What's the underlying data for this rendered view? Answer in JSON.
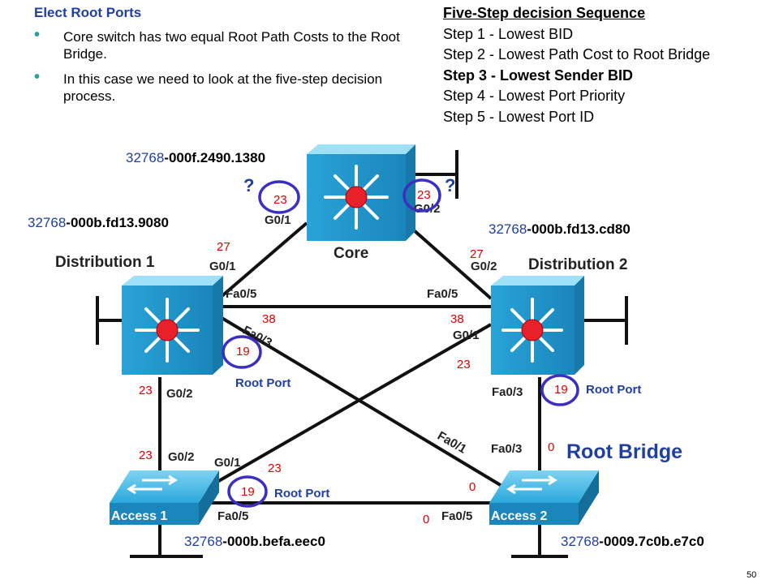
{
  "left_panel": {
    "title": "Elect Root Ports",
    "bullets": [
      "Core switch has two equal Root Path Costs to the Root Bridge.",
      "In this case we need to look at the five-step decision process."
    ]
  },
  "steps": {
    "header": "Five-Step decision Sequence",
    "items": [
      "Step 1 - Lowest BID",
      "Step 2 - Lowest Path Cost to Root Bridge",
      "Step 3 - Lowest Sender BID",
      "Step 4 - Lowest Port Priority",
      "Step 5 - Lowest Port ID"
    ],
    "bold_index": 2
  },
  "devices": {
    "core": {
      "name": "Core",
      "priority": "32768",
      "mac": "-000f.2490.1380"
    },
    "dist1": {
      "name": "Distribution 1",
      "priority": "32768",
      "mac": "-000b.fd13.9080"
    },
    "dist2": {
      "name": "Distribution 2",
      "priority": "32768",
      "mac": "-000b.fd13.cd80"
    },
    "access1": {
      "name": "Access 1",
      "priority": "32768",
      "mac": "-000b.befa.eec0"
    },
    "access2": {
      "name": "Access 2",
      "priority": "32768",
      "mac": "-0009.7c0b.e7c0"
    }
  },
  "ports": {
    "core_g01": "G0/1",
    "core_g02": "G0/2",
    "d1_g01": "G0/1",
    "d1_fa05": "Fa0/5",
    "d1_fa03": "Fa0/3",
    "d1_g02": "G0/2",
    "d2_g02": "G0/2",
    "d2_fa05": "Fa0/5",
    "d2_g01": "G0/1",
    "d2_fa03": "Fa0/3",
    "a1_g02": "G0/2",
    "a1_g01": "G0/1",
    "a1_fa05": "Fa0/5",
    "a2_fa03": "Fa0/3",
    "a2_fa01": "Fa0/1",
    "a2_fa05": "Fa0/5"
  },
  "costs": {
    "core_left": "23",
    "core_right": "23",
    "d1_top": "27",
    "d2_top": "27",
    "d1_fa05": "38",
    "d2_fa05": "38",
    "d1_fa03": "19",
    "d2_g01": "23",
    "d1_g02": "23",
    "d2_fa03": "19",
    "a1_g02": "23",
    "a1_g01": "23",
    "a1_fa05_circle": "19",
    "a2_fa03": "0",
    "a2_fa01": "0",
    "a2_fa05": "0"
  },
  "labels": {
    "question": "?",
    "root_port": "Root Port",
    "root_bridge": "Root Bridge",
    "page_number": "50"
  },
  "colors": {
    "accent_blue": "#1f3fa3",
    "cost_red": "#e00000",
    "switch_blue": "#1a9fd4",
    "bullet_teal": "#2aa198"
  }
}
